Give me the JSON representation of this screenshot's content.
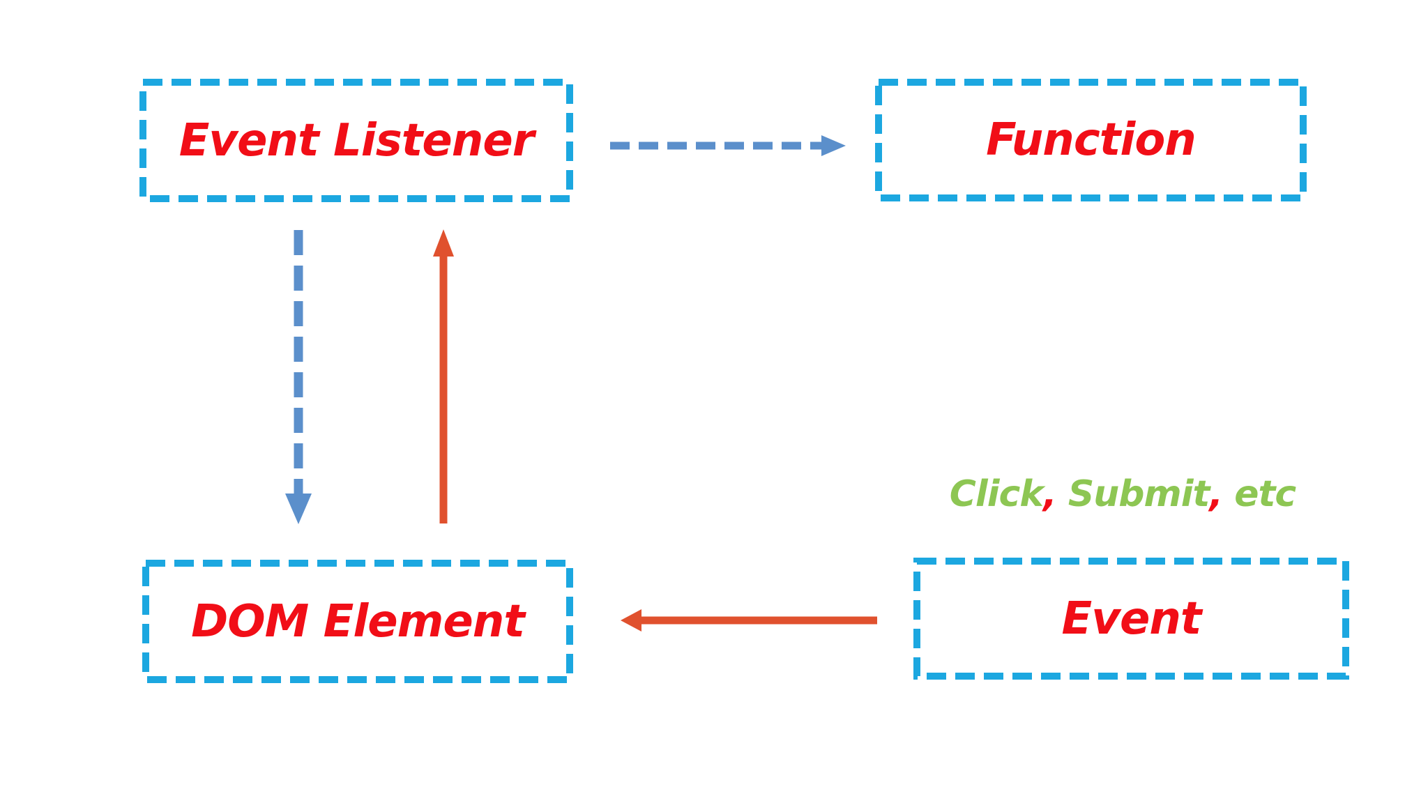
{
  "diagram": {
    "nodes": [
      {
        "id": "event-listener",
        "label": "Event Listener"
      },
      {
        "id": "function",
        "label": "Function"
      },
      {
        "id": "dom-element",
        "label": "DOM Element"
      },
      {
        "id": "event",
        "label": "Event"
      }
    ],
    "edges": [
      {
        "from": "Event Listener",
        "to": "Function",
        "line": "dashed",
        "direction": "right",
        "color": "#5B8FCB"
      },
      {
        "from": "Event Listener",
        "to": "DOM Element",
        "line": "dashed",
        "direction": "down",
        "color": "#5B8FCB"
      },
      {
        "from": "DOM Element",
        "to": "Event Listener",
        "line": "solid",
        "direction": "up",
        "color": "#E0512E"
      },
      {
        "from": "Event",
        "to": "DOM Element",
        "line": "solid",
        "direction": "left",
        "color": "#E0512E"
      }
    ],
    "caption": {
      "full_text": "Click, Submit, etc",
      "segments": [
        {
          "text": "Click",
          "color_role": "green"
        },
        {
          "text": ",",
          "color_role": "red"
        },
        {
          "text": " Submit",
          "color_role": "green"
        },
        {
          "text": ",",
          "color_role": "red"
        },
        {
          "text": " etc",
          "color_role": "green"
        }
      ]
    }
  },
  "colors": {
    "background": "#ffffff",
    "box_border": "#1CA7E0",
    "box_label": "#F10E17",
    "arrow_dashed": "#5B8FCB",
    "arrow_solid": "#E0512E",
    "caption_green": "#8DC653",
    "caption_red": "#F10E17"
  }
}
